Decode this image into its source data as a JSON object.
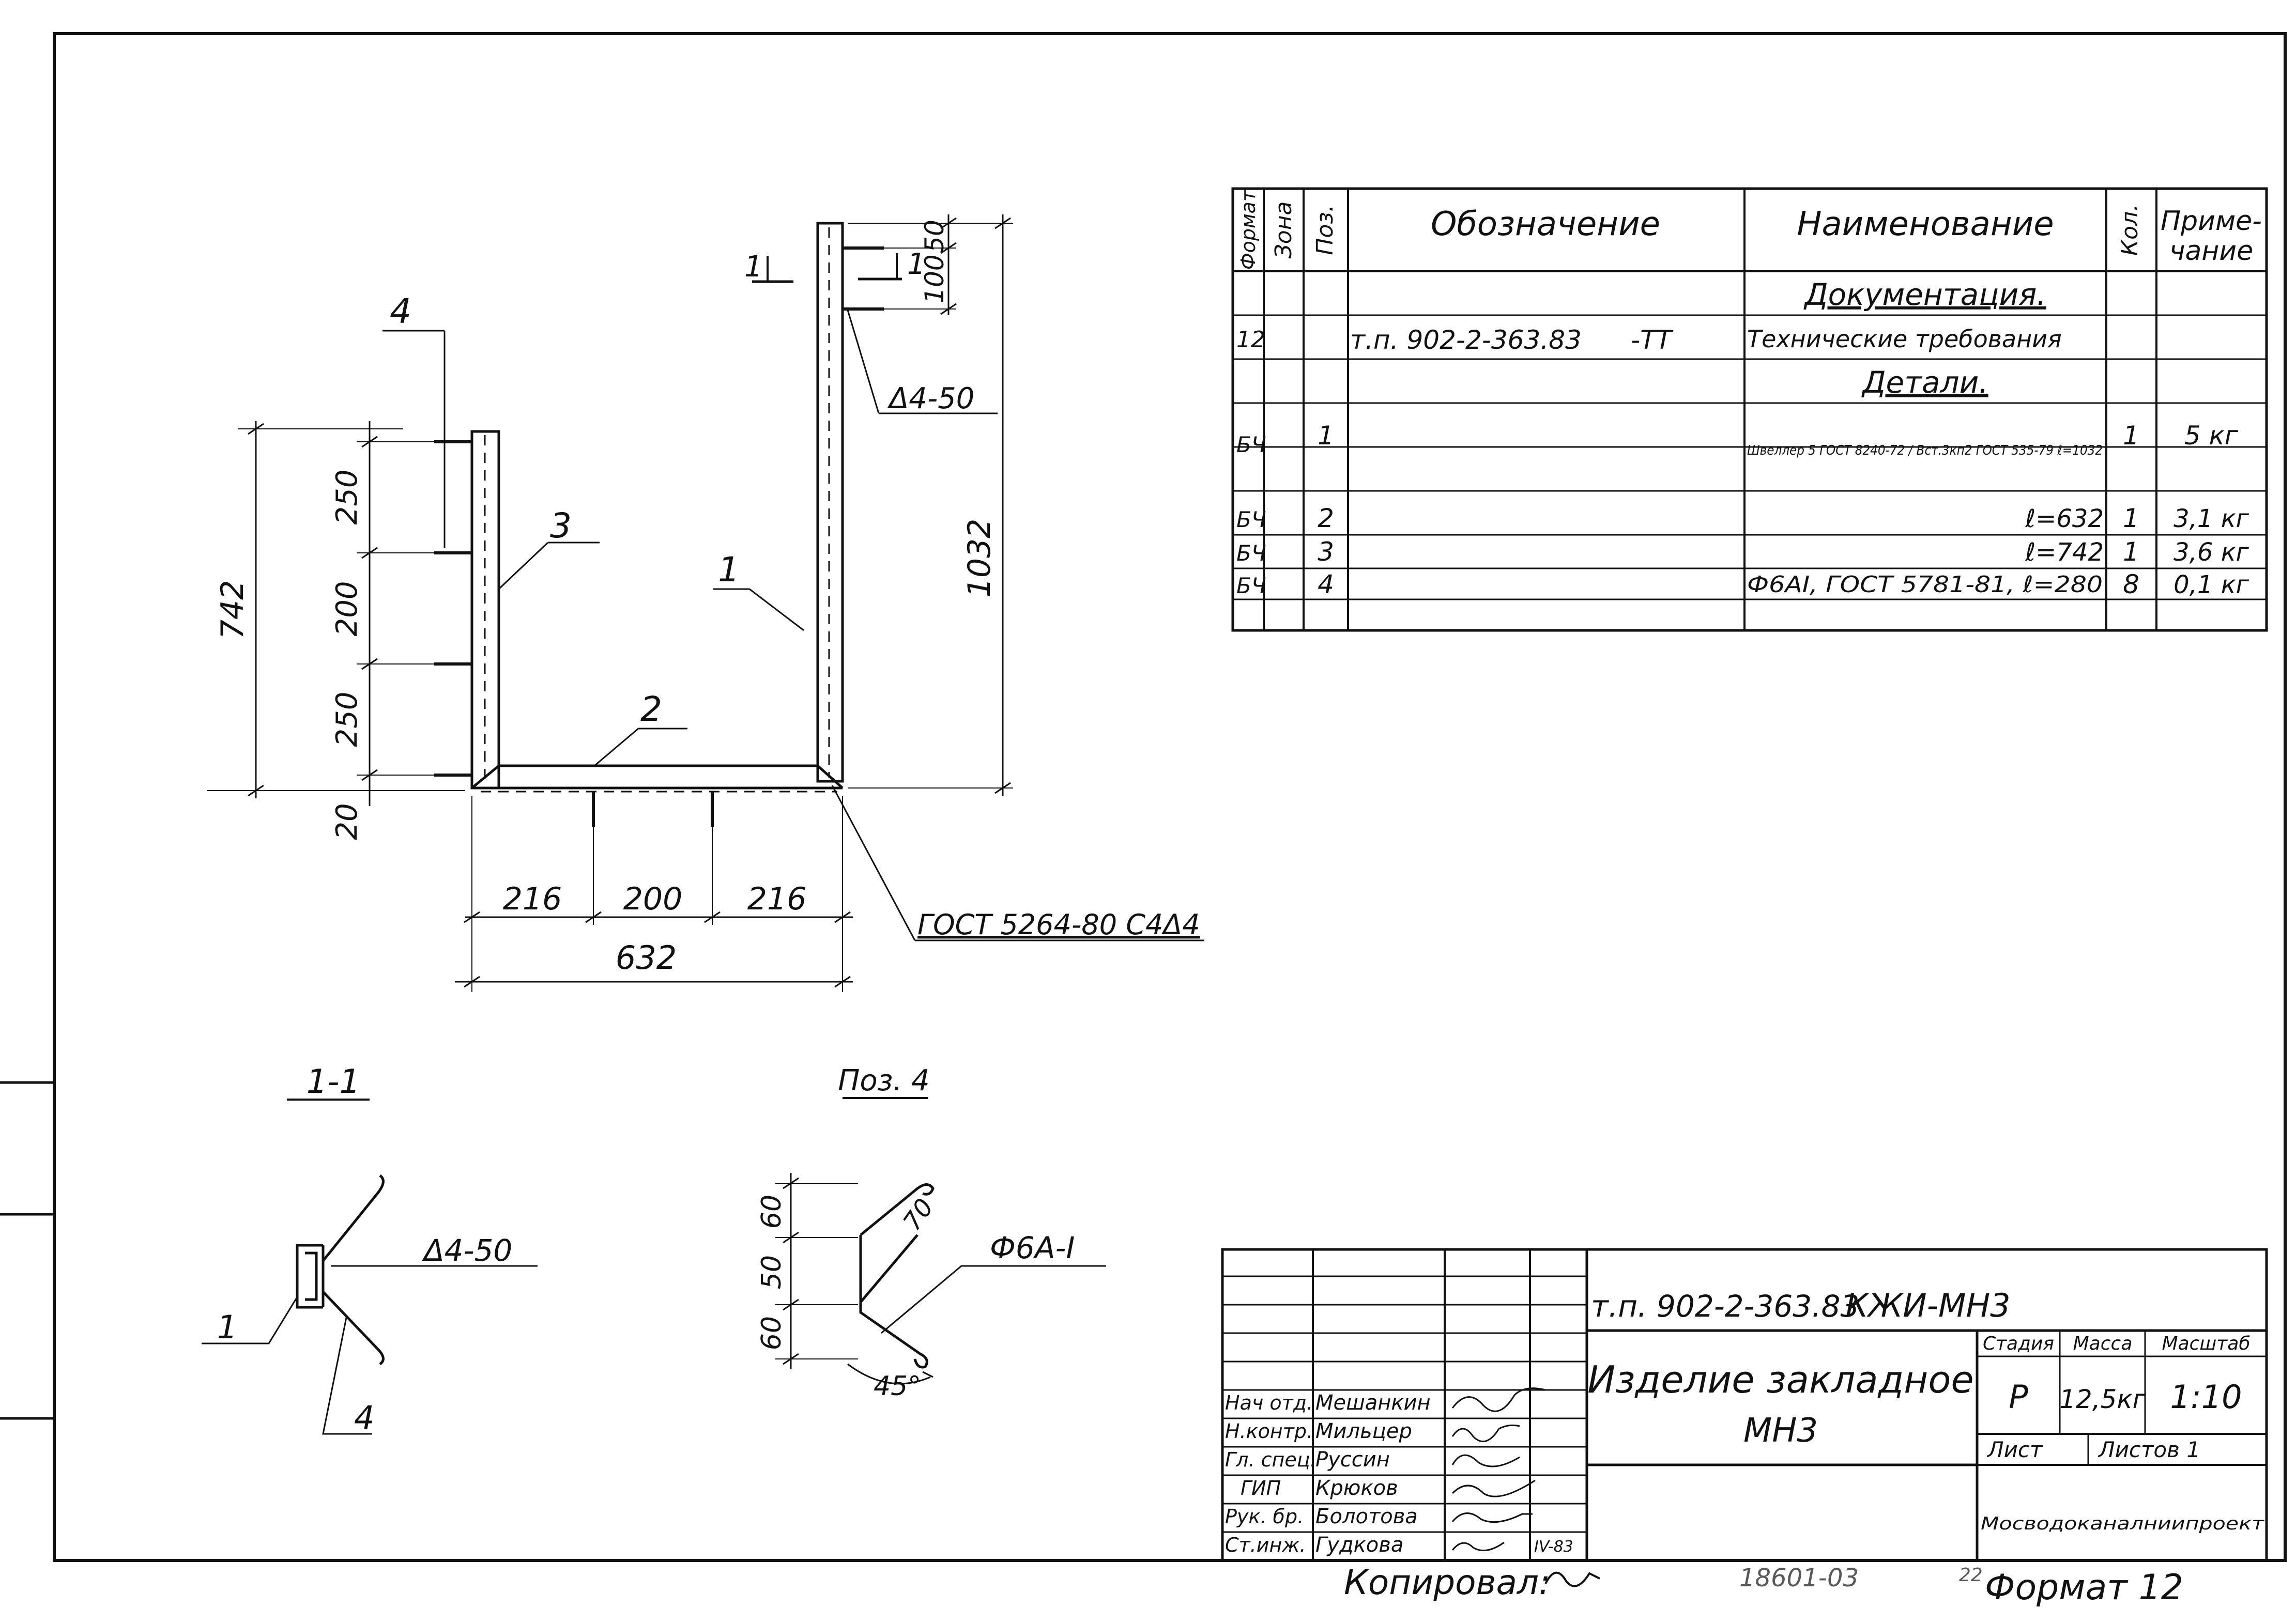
{
  "drawing": {
    "dims": {
      "d742": "742",
      "d250a": "250",
      "d200v": "200",
      "d250b": "250",
      "d20": "20",
      "d1032": "1032",
      "d100": "100",
      "d50": "50",
      "d216a": "216",
      "d200h": "200",
      "d216b": "216",
      "d632": "632"
    },
    "positions": {
      "p1": "1",
      "p2": "2",
      "p3": "3",
      "p4": "4",
      "sec": "1"
    },
    "annotations": {
      "weld_top": "Δ4-50",
      "weld_gost": "ГОСТ 5264-80 С4Δ4",
      "sec_weld": "Δ4-50",
      "sec_p1": "1",
      "sec_p4": "4",
      "rebar": "Ф6А-I",
      "bend_len": "70",
      "angle": "45°",
      "d60a": "60",
      "d50b": "50",
      "d60b": "60"
    },
    "views": {
      "section": "1-1",
      "pos4": "Поз. 4"
    }
  },
  "spec": {
    "headers": {
      "format": "Формат",
      "zone": "Зона",
      "pos": "Поз.",
      "designation": "Обозначение",
      "name": "Наименование",
      "qty": "Кол.",
      "note_1": "Приме-",
      "note_2": "чание"
    },
    "rows": [
      {
        "format": "",
        "zone": "",
        "pos": "",
        "designation": "",
        "name": "Документация.",
        "qty": "",
        "note": ""
      },
      {
        "format": "12",
        "zone": "",
        "pos": "",
        "designation": "т.п. 902-2-363.83      -ТТ",
        "name": "Технические требования",
        "qty": "",
        "note": ""
      },
      {
        "format": "",
        "zone": "",
        "pos": "",
        "designation": "",
        "name": "Детали.",
        "qty": "",
        "note": ""
      },
      {
        "format": "БЧ",
        "zone": "",
        "pos": "1",
        "designation": "",
        "name": "Швеллер 5 ГОСТ 8240-72 / Вст.3кп2 ГОСТ 535-79 ℓ=1032",
        "qty": "1",
        "note": "5 кг"
      },
      {
        "format": "БЧ",
        "zone": "",
        "pos": "2",
        "designation": "",
        "name": "ℓ=632",
        "qty": "1",
        "note": "3,1 кг"
      },
      {
        "format": "БЧ",
        "zone": "",
        "pos": "3",
        "designation": "",
        "name": "ℓ=742",
        "qty": "1",
        "note": "3,6 кг"
      },
      {
        "format": "БЧ",
        "zone": "",
        "pos": "4",
        "designation": "",
        "name": "Ф6АI, ГОСТ 5781-81, ℓ=280",
        "qty": "8",
        "note": "0,1 кг"
      }
    ]
  },
  "title_block": {
    "doc_code": "т.п. 902-2-363.83",
    "mark": "КЖИ-МН3",
    "title_1": "Изделие закладное",
    "title_2": "МН3",
    "stage_hdr": "Стадия",
    "mass_hdr": "Масса",
    "scale_hdr": "Масштаб",
    "stage": "Р",
    "mass": "12,5кг",
    "scale": "1:10",
    "sheet": "Лист",
    "sheets": "Листов 1",
    "org": "Мосводоканалниипроект",
    "date": "IV-83",
    "staff": [
      {
        "role": "Нач отд.",
        "name": "Мешанкин"
      },
      {
        "role": "Н.контр.",
        "name": "Мильцер"
      },
      {
        "role": "Гл. спец.",
        "name": "Руссин"
      },
      {
        "role": "ГИП",
        "name": "Крюков"
      },
      {
        "role": "Рук. бр.",
        "name": "Болотова"
      },
      {
        "role": "Ст.инж.",
        "name": "Гудкова"
      }
    ]
  },
  "footer": {
    "copied": "Копировал:",
    "copy_no": "18601-03",
    "format_no": "22",
    "format": "Формат 12"
  }
}
